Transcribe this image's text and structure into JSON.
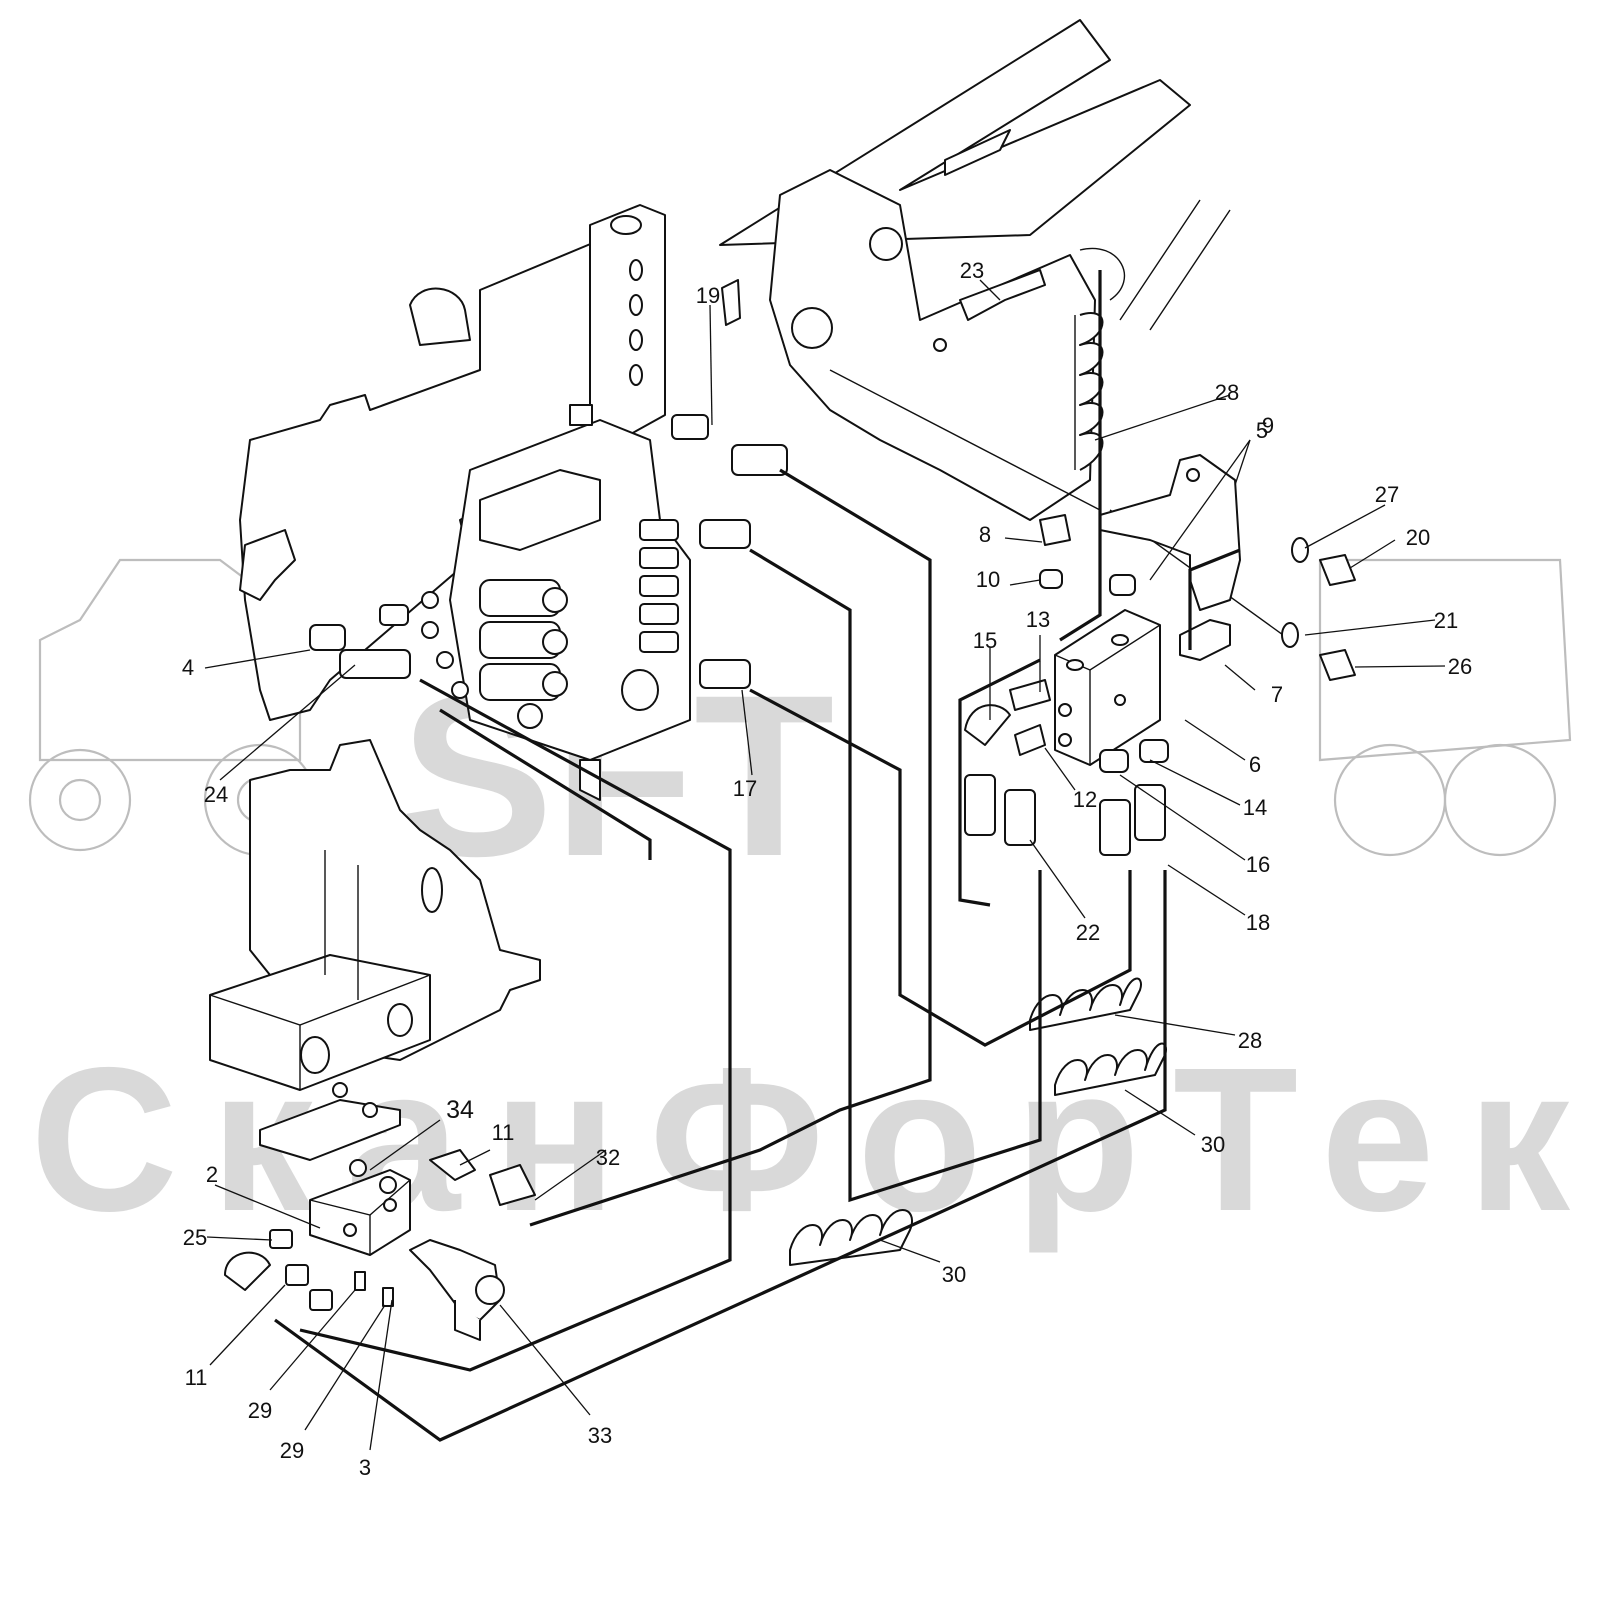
{
  "watermark": {
    "logo_text": "SFT",
    "brand_text": "СканФорТек"
  },
  "colors": {
    "ink": "#111111",
    "watermark": "#d9d9d9",
    "background": "#ffffff"
  },
  "callouts": [
    "2",
    "3",
    "4",
    "5",
    "6",
    "7",
    "8",
    "9",
    "10",
    "11",
    "11",
    "12",
    "13",
    "14",
    "15",
    "16",
    "17",
    "18",
    "19",
    "20",
    "21",
    "22",
    "23",
    "24",
    "25",
    "26",
    "27",
    "28",
    "28",
    "29",
    "29",
    "30",
    "30",
    "32",
    "33",
    "34"
  ]
}
